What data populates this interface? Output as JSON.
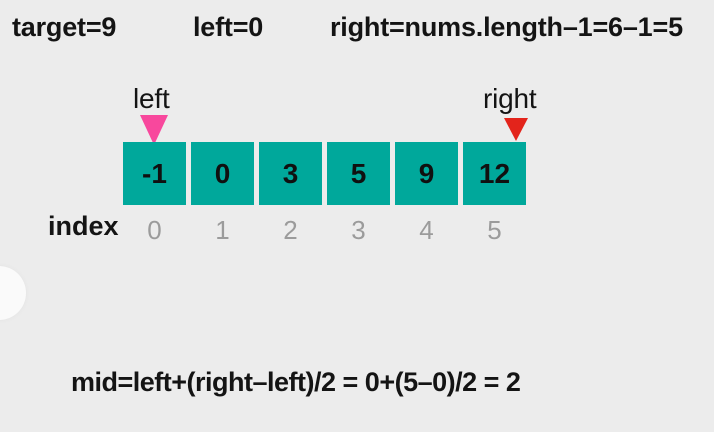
{
  "colors": {
    "background": "#ececec",
    "cell_teal": "#00a89b",
    "left_arrow_pink": "#f8489d",
    "right_arrow_red": "#e3241b",
    "index_gray": "#9b9b9b",
    "text": "#141414"
  },
  "header": {
    "target": "target=9",
    "left": "left=0",
    "right": "right=nums.length–1=6–1=5"
  },
  "pointers": {
    "left_label": "left",
    "right_label": "right"
  },
  "array": {
    "values": [
      "-1",
      "0",
      "3",
      "5",
      "9",
      "12"
    ],
    "index_label": "index",
    "indices": [
      "0",
      "1",
      "2",
      "3",
      "4",
      "5"
    ]
  },
  "formula": "mid=left+(right–left)/2 = 0+(5–0)/2 = 2"
}
